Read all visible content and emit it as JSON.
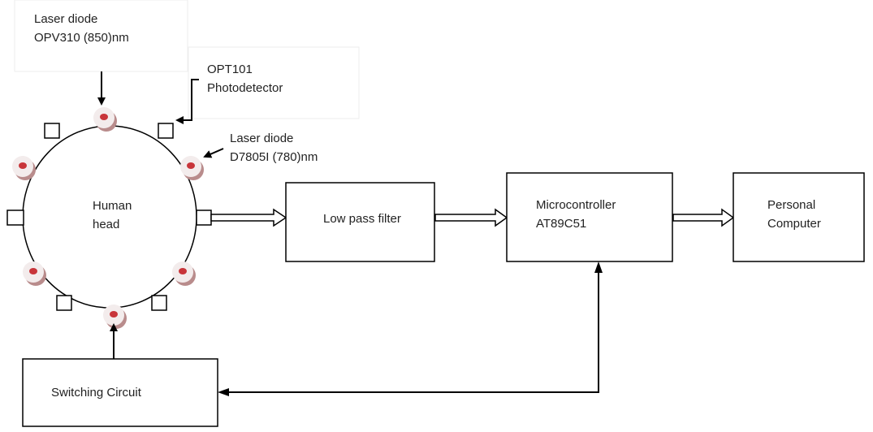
{
  "labels": {
    "laser_top_line1": "Laser diode",
    "laser_top_line2": "OPV310 (850)nm",
    "photodetector_line1": "OPT101",
    "photodetector_line2": "Photodetector",
    "laser_right_line1": "Laser diode",
    "laser_right_line2": "D7805I (780)nm",
    "head_line1": "Human",
    "head_line2": "head"
  },
  "blocks": {
    "low_pass_filter": "Low pass filter",
    "microcontroller_line1": "Microcontroller",
    "microcontroller_line2": "AT89C51",
    "pc_line1": "Personal",
    "pc_line2": "Computer",
    "switching": "Switching Circuit"
  },
  "colors": {
    "diode_dot": "#c8353a",
    "diode_body": "#f3ecec",
    "stroke": "#000000"
  }
}
